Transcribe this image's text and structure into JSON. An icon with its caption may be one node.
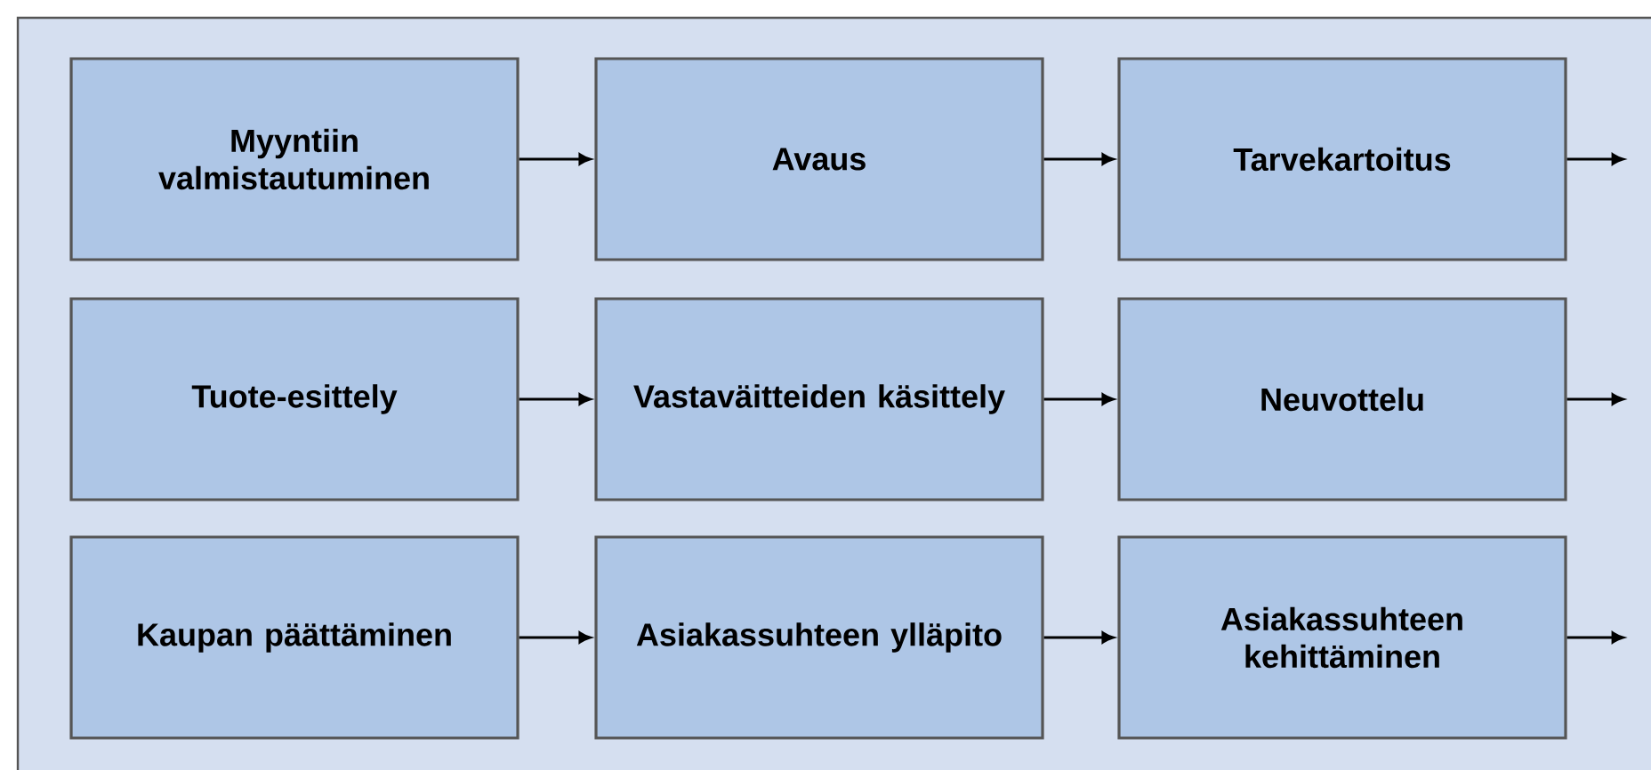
{
  "diagram": {
    "nodes": [
      {
        "text": [
          "Myyntiin valmistautuminen"
        ]
      },
      {
        "text": [
          "Avaus"
        ]
      },
      {
        "text": [
          "Tarvekartoitus"
        ]
      },
      {
        "text": [
          "Tuote-esittely"
        ]
      },
      {
        "text": [
          "Vastaväitteiden käsittely"
        ]
      },
      {
        "text": [
          "Neuvottelu"
        ]
      },
      {
        "text": [
          "Kaupan päättäminen"
        ]
      },
      {
        "text": [
          "Asiakassuhteen ylläpito"
        ]
      },
      {
        "text": [
          "Asiakassuhteen kehittäminen"
        ]
      }
    ],
    "edges": [
      {
        "from": 0,
        "to": 1,
        "arrow": "to"
      },
      {
        "from": 1,
        "to": 2,
        "arrow": "to"
      },
      {
        "from": 2,
        "to": null,
        "arrow": "to"
      },
      {
        "from": 3,
        "to": 4,
        "arrow": "to"
      },
      {
        "from": 4,
        "to": 5,
        "arrow": "to"
      },
      {
        "from": 5,
        "to": null,
        "arrow": "to"
      },
      {
        "from": 6,
        "to": 7,
        "arrow": "to"
      },
      {
        "from": 7,
        "to": 8,
        "arrow": "to"
      },
      {
        "from": 8,
        "to": null,
        "arrow": "to"
      }
    ]
  }
}
